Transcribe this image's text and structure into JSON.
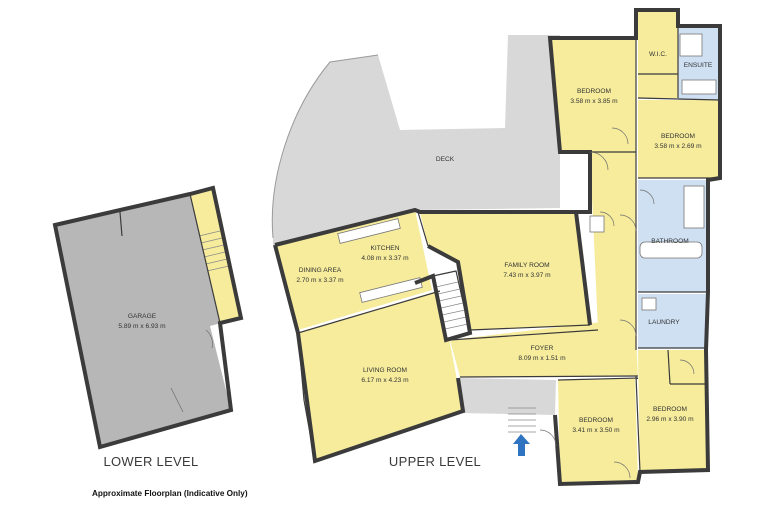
{
  "levels": {
    "lower": "LOWER LEVEL",
    "upper": "UPPER LEVEL"
  },
  "caption": "Approximate Floorplan (Indicative Only)",
  "rooms": {
    "garage": {
      "name": "GARAGE",
      "dims": "5.89 m x 6.93 m"
    },
    "deck": {
      "name": "DECK"
    },
    "kitchen": {
      "name": "KITCHEN",
      "dims": "4.08 m x 3.37 m"
    },
    "dining": {
      "name": "DINING AREA",
      "dims": "2.70 m x 3.37 m"
    },
    "living": {
      "name": "LIVING ROOM",
      "dims": "6.17 m x 4.23 m"
    },
    "family": {
      "name": "FAMILY ROOM",
      "dims": "7.43 m x 3.97 m"
    },
    "foyer": {
      "name": "FOYER",
      "dims": "8.09 m x 1.51 m"
    },
    "bed_main": {
      "name": "BEDROOM",
      "dims": "3.58 m x 3.85 m"
    },
    "bed_2": {
      "name": "BEDROOM",
      "dims": "3.58 m x 2.69 m"
    },
    "bed_3": {
      "name": "BEDROOM",
      "dims": "3.41 m x 3.50 m"
    },
    "bed_4": {
      "name": "BEDROOM",
      "dims": "2.96 m x 3.90 m"
    },
    "wic": {
      "name": "W.I.C."
    },
    "ensuite": {
      "name": "ENSUITE"
    },
    "bathroom": {
      "name": "BATHROOM"
    },
    "laundry": {
      "name": "LAUNDRY"
    }
  },
  "icons": {
    "entry": "entry-arrow-icon"
  },
  "colors": {
    "room": "#f6ec9c",
    "wet": "#cfe0f3",
    "outdoor": "#d8d8d8",
    "garage": "#b7b7b7",
    "wall": "#3b3b3b",
    "entry_arrow": "#2f74c0"
  }
}
